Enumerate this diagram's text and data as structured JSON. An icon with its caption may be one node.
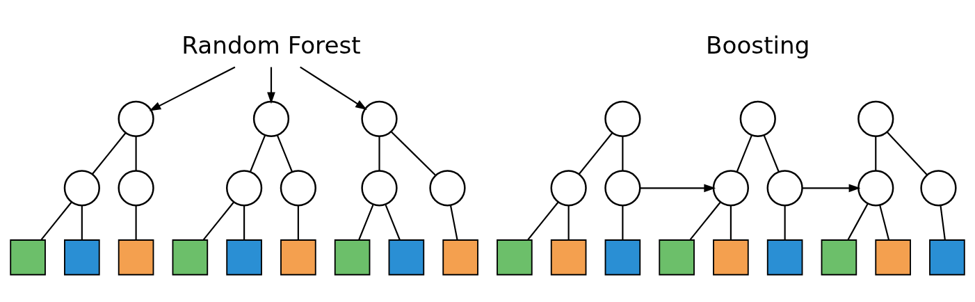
{
  "diagram": {
    "nodes": [
      {
        "text": [
          "Random Forest"
        ]
      },
      {
        "text": [],
        "shape": "circle"
      },
      {
        "text": [],
        "shape": "circle"
      },
      {
        "text": [],
        "shape": "circle"
      },
      {
        "text": [],
        "shape": "box"
      },
      {
        "text": [],
        "shape": "box"
      },
      {
        "text": [],
        "shape": "box"
      },
      {
        "text": [],
        "shape": "circle"
      },
      {
        "text": [],
        "shape": "circle"
      },
      {
        "text": [],
        "shape": "circle"
      },
      {
        "text": [],
        "shape": "box"
      },
      {
        "text": [],
        "shape": "box"
      },
      {
        "text": [],
        "shape": "box"
      },
      {
        "text": [],
        "shape": "circle"
      },
      {
        "text": [],
        "shape": "circle"
      },
      {
        "text": [],
        "shape": "circle"
      },
      {
        "text": [],
        "shape": "box"
      },
      {
        "text": [],
        "shape": "box"
      },
      {
        "text": [],
        "shape": "box"
      },
      {
        "text": [],
        "shape": "circle"
      },
      {
        "text": [],
        "shape": "circle"
      },
      {
        "text": [],
        "shape": "circle"
      },
      {
        "text": [],
        "shape": "box"
      },
      {
        "text": [],
        "shape": "box"
      },
      {
        "text": [],
        "shape": "box"
      },
      {
        "text": [],
        "shape": "circle"
      },
      {
        "text": [],
        "shape": "circle"
      },
      {
        "text": [],
        "shape": "circle"
      },
      {
        "text": [],
        "shape": "box"
      },
      {
        "text": [],
        "shape": "box"
      },
      {
        "text": [],
        "shape": "box"
      },
      {
        "text": [],
        "shape": "circle"
      },
      {
        "text": [],
        "shape": "circle"
      },
      {
        "text": [],
        "shape": "circle"
      },
      {
        "text": [],
        "shape": "box"
      },
      {
        "text": [],
        "shape": "box"
      },
      {
        "text": [],
        "shape": "box"
      }
    ],
    "edges": [
      {
        "from": 0,
        "to": 1,
        "arrow": "to"
      },
      {
        "from": 0,
        "to": 7,
        "arrow": "to"
      },
      {
        "from": 0,
        "to": 13,
        "arrow": "to"
      },
      {
        "from": 1,
        "to": 2,
        "arrow": "none"
      },
      {
        "from": 1,
        "to": 3,
        "arrow": "none"
      },
      {
        "from": 2,
        "to": 4,
        "arrow": "none"
      },
      {
        "from": 2,
        "to": 5,
        "arrow": "none"
      },
      {
        "from": 3,
        "to": 6,
        "arrow": "none"
      },
      {
        "from": 7,
        "to": 8,
        "arrow": "none"
      },
      {
        "from": 7,
        "to": 9,
        "arrow": "none"
      },
      {
        "from": 8,
        "to": 10,
        "arrow": "none"
      },
      {
        "from": 8,
        "to": 11,
        "arrow": "none"
      },
      {
        "from": 9,
        "to": 12,
        "arrow": "none"
      },
      {
        "from": 13,
        "to": 14,
        "arrow": "none"
      },
      {
        "from": 13,
        "to": 15,
        "arrow": "none"
      },
      {
        "from": 14,
        "to": 16,
        "arrow": "none"
      },
      {
        "from": 14,
        "to": 17,
        "arrow": "none"
      },
      {
        "from": 15,
        "to": 18,
        "arrow": "none"
      },
      {
        "from": 19,
        "to": 20,
        "arrow": "none"
      },
      {
        "from": 19,
        "to": 21,
        "arrow": "none"
      },
      {
        "from": 20,
        "to": 22,
        "arrow": "none"
      },
      {
        "from": 20,
        "to": 23,
        "arrow": "none"
      },
      {
        "from": 21,
        "to": 24,
        "arrow": "none"
      },
      {
        "from": 25,
        "to": 26,
        "arrow": "none"
      },
      {
        "from": 25,
        "to": 27,
        "arrow": "none"
      },
      {
        "from": 26,
        "to": 28,
        "arrow": "none"
      },
      {
        "from": 26,
        "to": 29,
        "arrow": "none"
      },
      {
        "from": 27,
        "to": 30,
        "arrow": "none"
      },
      {
        "from": 31,
        "to": 32,
        "arrow": "none"
      },
      {
        "from": 31,
        "to": 33,
        "arrow": "none"
      },
      {
        "from": 32,
        "to": 34,
        "arrow": "none"
      },
      {
        "from": 32,
        "to": 35,
        "arrow": "none"
      },
      {
        "from": 33,
        "to": 36,
        "arrow": "none"
      },
      {
        "from": 21,
        "to": 26,
        "arrow": "to"
      },
      {
        "from": 27,
        "to": 32,
        "arrow": "to"
      }
    ],
    "labels": [
      "Boosting"
    ]
  }
}
